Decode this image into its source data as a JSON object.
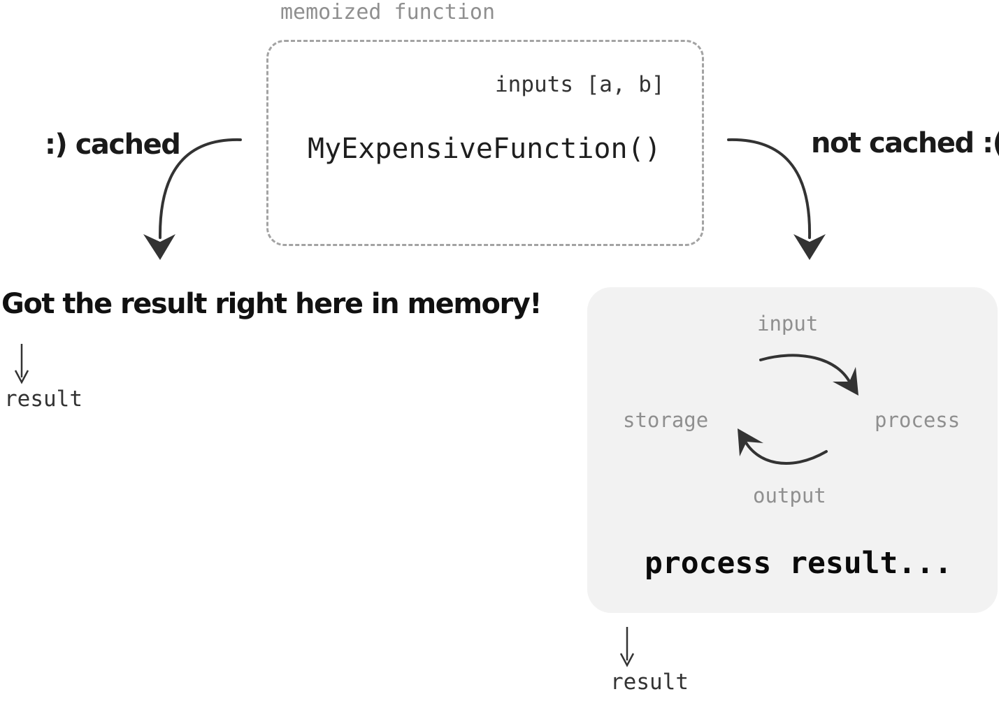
{
  "memoized_function": {
    "label": "memoized function",
    "inputs": "inputs [a, b]",
    "function_name": "MyExpensiveFunction()"
  },
  "branches": {
    "cached": {
      "label": ":) cached",
      "message": "Got the result right here in memory!",
      "result": "result"
    },
    "not_cached": {
      "label": "not cached :(",
      "cycle": {
        "input": "input",
        "process": "process",
        "output": "output",
        "storage": "storage"
      },
      "message": "process result...",
      "result": "result"
    }
  },
  "colors": {
    "arrow": "#333333",
    "dashed_border": "#a3a3a3",
    "panel_background": "#f2f2f2",
    "muted_text": "#8f8f8f"
  }
}
